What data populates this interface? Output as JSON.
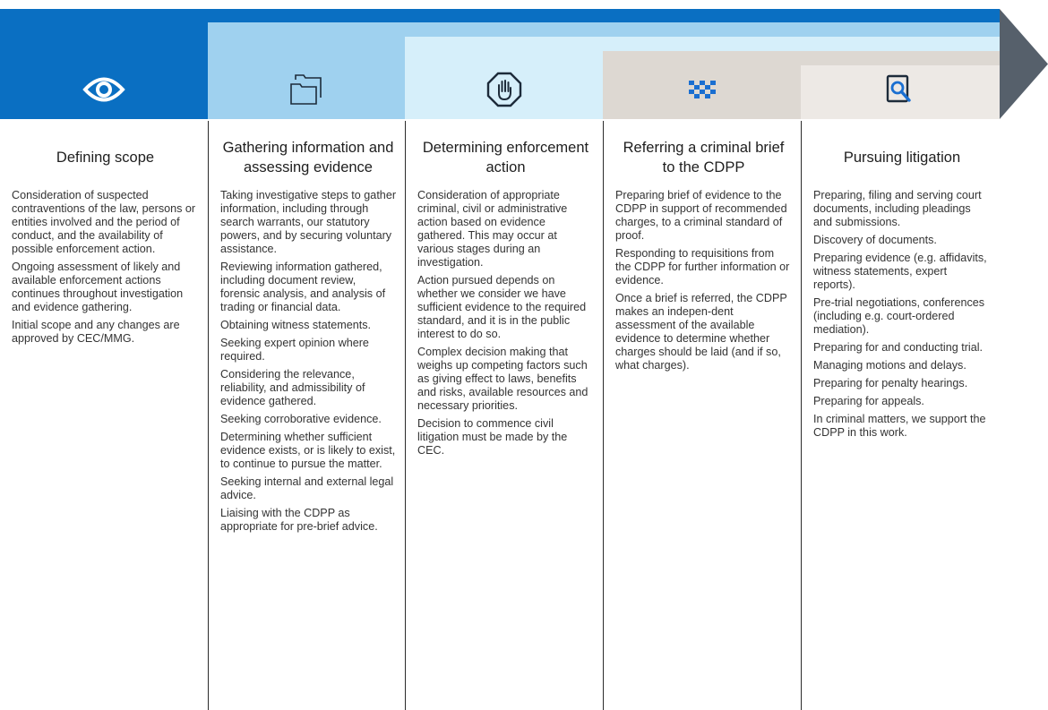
{
  "colors": {
    "band1": "#0a6fc2",
    "band2": "#9fd1ef",
    "band3": "#d6effa",
    "band4": "#ddd8d2",
    "band5": "#ede9e5",
    "arrowhead": "#56606b",
    "icon_dark": "#1d2b3a",
    "icon_blue": "#1a6fd1"
  },
  "icons": [
    "eye-icon",
    "folders-icon",
    "stop-hand-icon",
    "checkered-flag-icon",
    "document-search-icon"
  ],
  "columns": [
    {
      "title": "Defining scope",
      "items": [
        "Consideration of suspected contraventions of the law, persons or entities involved and the period of conduct, and the availability of possible enforcement action.",
        "Ongoing assessment of likely and available enforcement actions continues throughout investigation and evidence gathering.",
        "Initial scope and any changes are approved by CEC/MMG."
      ]
    },
    {
      "title": "Gathering information and assessing evidence",
      "items": [
        "Taking investigative steps to gather information, including through search warrants, our statutory powers, and by securing voluntary assistance.",
        "Reviewing information gathered, including document review, forensic analysis, and analysis of trading or financial data.",
        "Obtaining witness statements.",
        "Seeking expert opinion where required.",
        "Considering the relevance, reliability, and admissibility of evidence gathered.",
        "Seeking corroborative evidence.",
        "Determining whether sufficient evidence exists, or is likely to exist, to continue to pursue the matter.",
        "Seeking internal and external legal advice.",
        "Liaising with the CDPP as appropriate for pre-brief advice."
      ]
    },
    {
      "title": "Determining enforcement action",
      "items": [
        "Consideration of appropriate criminal, civil or administrative action based on evidence gathered. This may occur at various stages during an investigation.",
        "Action pursued depends on whether we consider we have sufficient evidence to the required standard, and it is in the public interest to do so.",
        "Complex decision making that weighs up competing factors such as giving effect to laws, benefits and risks, available resources and necessary priorities.",
        "Decision to commence civil litigation must be made by the CEC."
      ]
    },
    {
      "title": "Referring a criminal brief to the CDPP",
      "items": [
        "Preparing brief of evidence to the CDPP in support of recommended charges, to a criminal standard of proof.",
        "Responding to requisitions from the CDPP for further information or evidence.",
        "Once a brief is referred, the CDPP makes an indepen-dent assessment of the available evidence to determine whether charges should be laid (and if so, what charges)."
      ]
    },
    {
      "title": "Pursuing litigation",
      "items": [
        "Preparing, filing and serving court documents, including pleadings and submissions.",
        "Discovery of documents.",
        "Preparing evidence (e.g. affidavits, witness statements, expert reports).",
        "Pre-trial negotiations, conferences (including e.g. court-ordered mediation).",
        "Preparing for and conducting trial.",
        "Managing motions and delays.",
        "Preparing for penalty hearings.",
        "Preparing for appeals.",
        "In criminal matters, we support the CDPP in this work."
      ]
    }
  ]
}
